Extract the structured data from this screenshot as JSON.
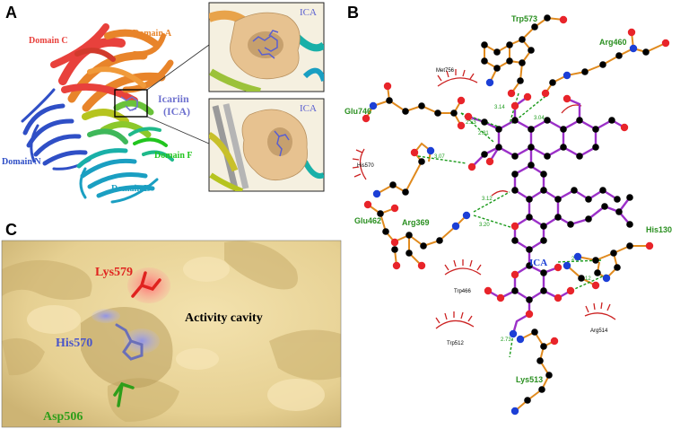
{
  "panels": {
    "A": {
      "letter": "A",
      "domain_c": "Domain C",
      "domain_a": "Domain A",
      "domain_n": "Domain N",
      "domain_e": "Domain E",
      "domain_f": "Domain F",
      "ligand_name": "Icariin",
      "ligand_abbr": "(ICA)",
      "inset_top_label": "ICA",
      "inset_bottom_label": "ICA",
      "colors": {
        "domain_c": "#e8413c",
        "domain_a": "#e8842a",
        "domain_n": "#2f4fc6",
        "domain_e": "#1a9fc2",
        "domain_f": "#22c51f",
        "ligand": "#6f72cf"
      }
    },
    "B": {
      "letter": "B",
      "ligand_label": "ICA",
      "labelled_residues": [
        "Trp573",
        "Arg460",
        "Glu746",
        "Arg369",
        "Glu462",
        "His130",
        "Lys513"
      ],
      "hydrophobic_residues": [
        "Met756",
        "His570",
        "Trp466",
        "Trp512",
        "Arg514"
      ],
      "hbond_distances": [
        "3.14",
        "2.53",
        "2.81",
        "3.04",
        "3.07",
        "3.12",
        "3.20",
        "2.91",
        "3.12",
        "2.73"
      ],
      "colors": {
        "carbon": "#000000",
        "oxygen": "#e8242a",
        "nitrogen": "#1c3fd6",
        "ligand_bond": "#9b30c8",
        "residue_bond": "#e08a1e",
        "hbond": "#1a9a1a",
        "hydrophobic": "#cc2222",
        "residue_label": "#2a8f20"
      }
    },
    "C": {
      "letter": "C",
      "lys579": "Lys579",
      "his570": "His570",
      "asp506": "Asp506",
      "cavity": "Activity cavity",
      "colors": {
        "lys": "#e0221f",
        "his": "#4a55c9",
        "asp": "#2f9e1a",
        "surface": "#e8d49a"
      }
    }
  }
}
